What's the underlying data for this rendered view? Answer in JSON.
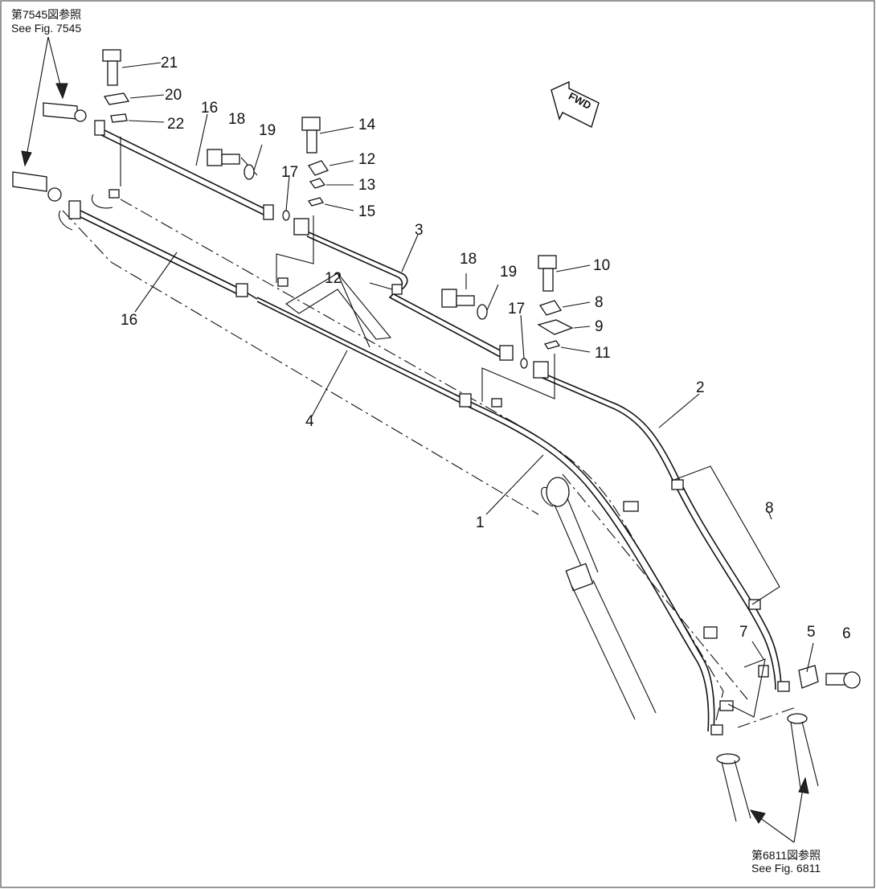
{
  "references": {
    "top_left_jp": "第7545図参照",
    "top_left_en": "See Fig. 7545",
    "bottom_right_jp": "第6811図参照",
    "bottom_right_en": "See Fig. 6811"
  },
  "direction_label": "FWD",
  "callouts": {
    "c1": "1",
    "c2": "2",
    "c3": "3",
    "c4": "4",
    "c5": "5",
    "c6": "6",
    "c7": "7",
    "c8a": "8",
    "c8b": "8",
    "c9": "9",
    "c10": "10",
    "c11": "11",
    "c12a": "12",
    "c12b": "12",
    "c13": "13",
    "c14": "14",
    "c15": "15",
    "c16a": "16",
    "c16b": "16",
    "c17a": "17",
    "c17b": "17",
    "c18a": "18",
    "c18b": "18",
    "c19a": "19",
    "c19b": "19",
    "c20": "20",
    "c21": "21",
    "c22": "22"
  }
}
